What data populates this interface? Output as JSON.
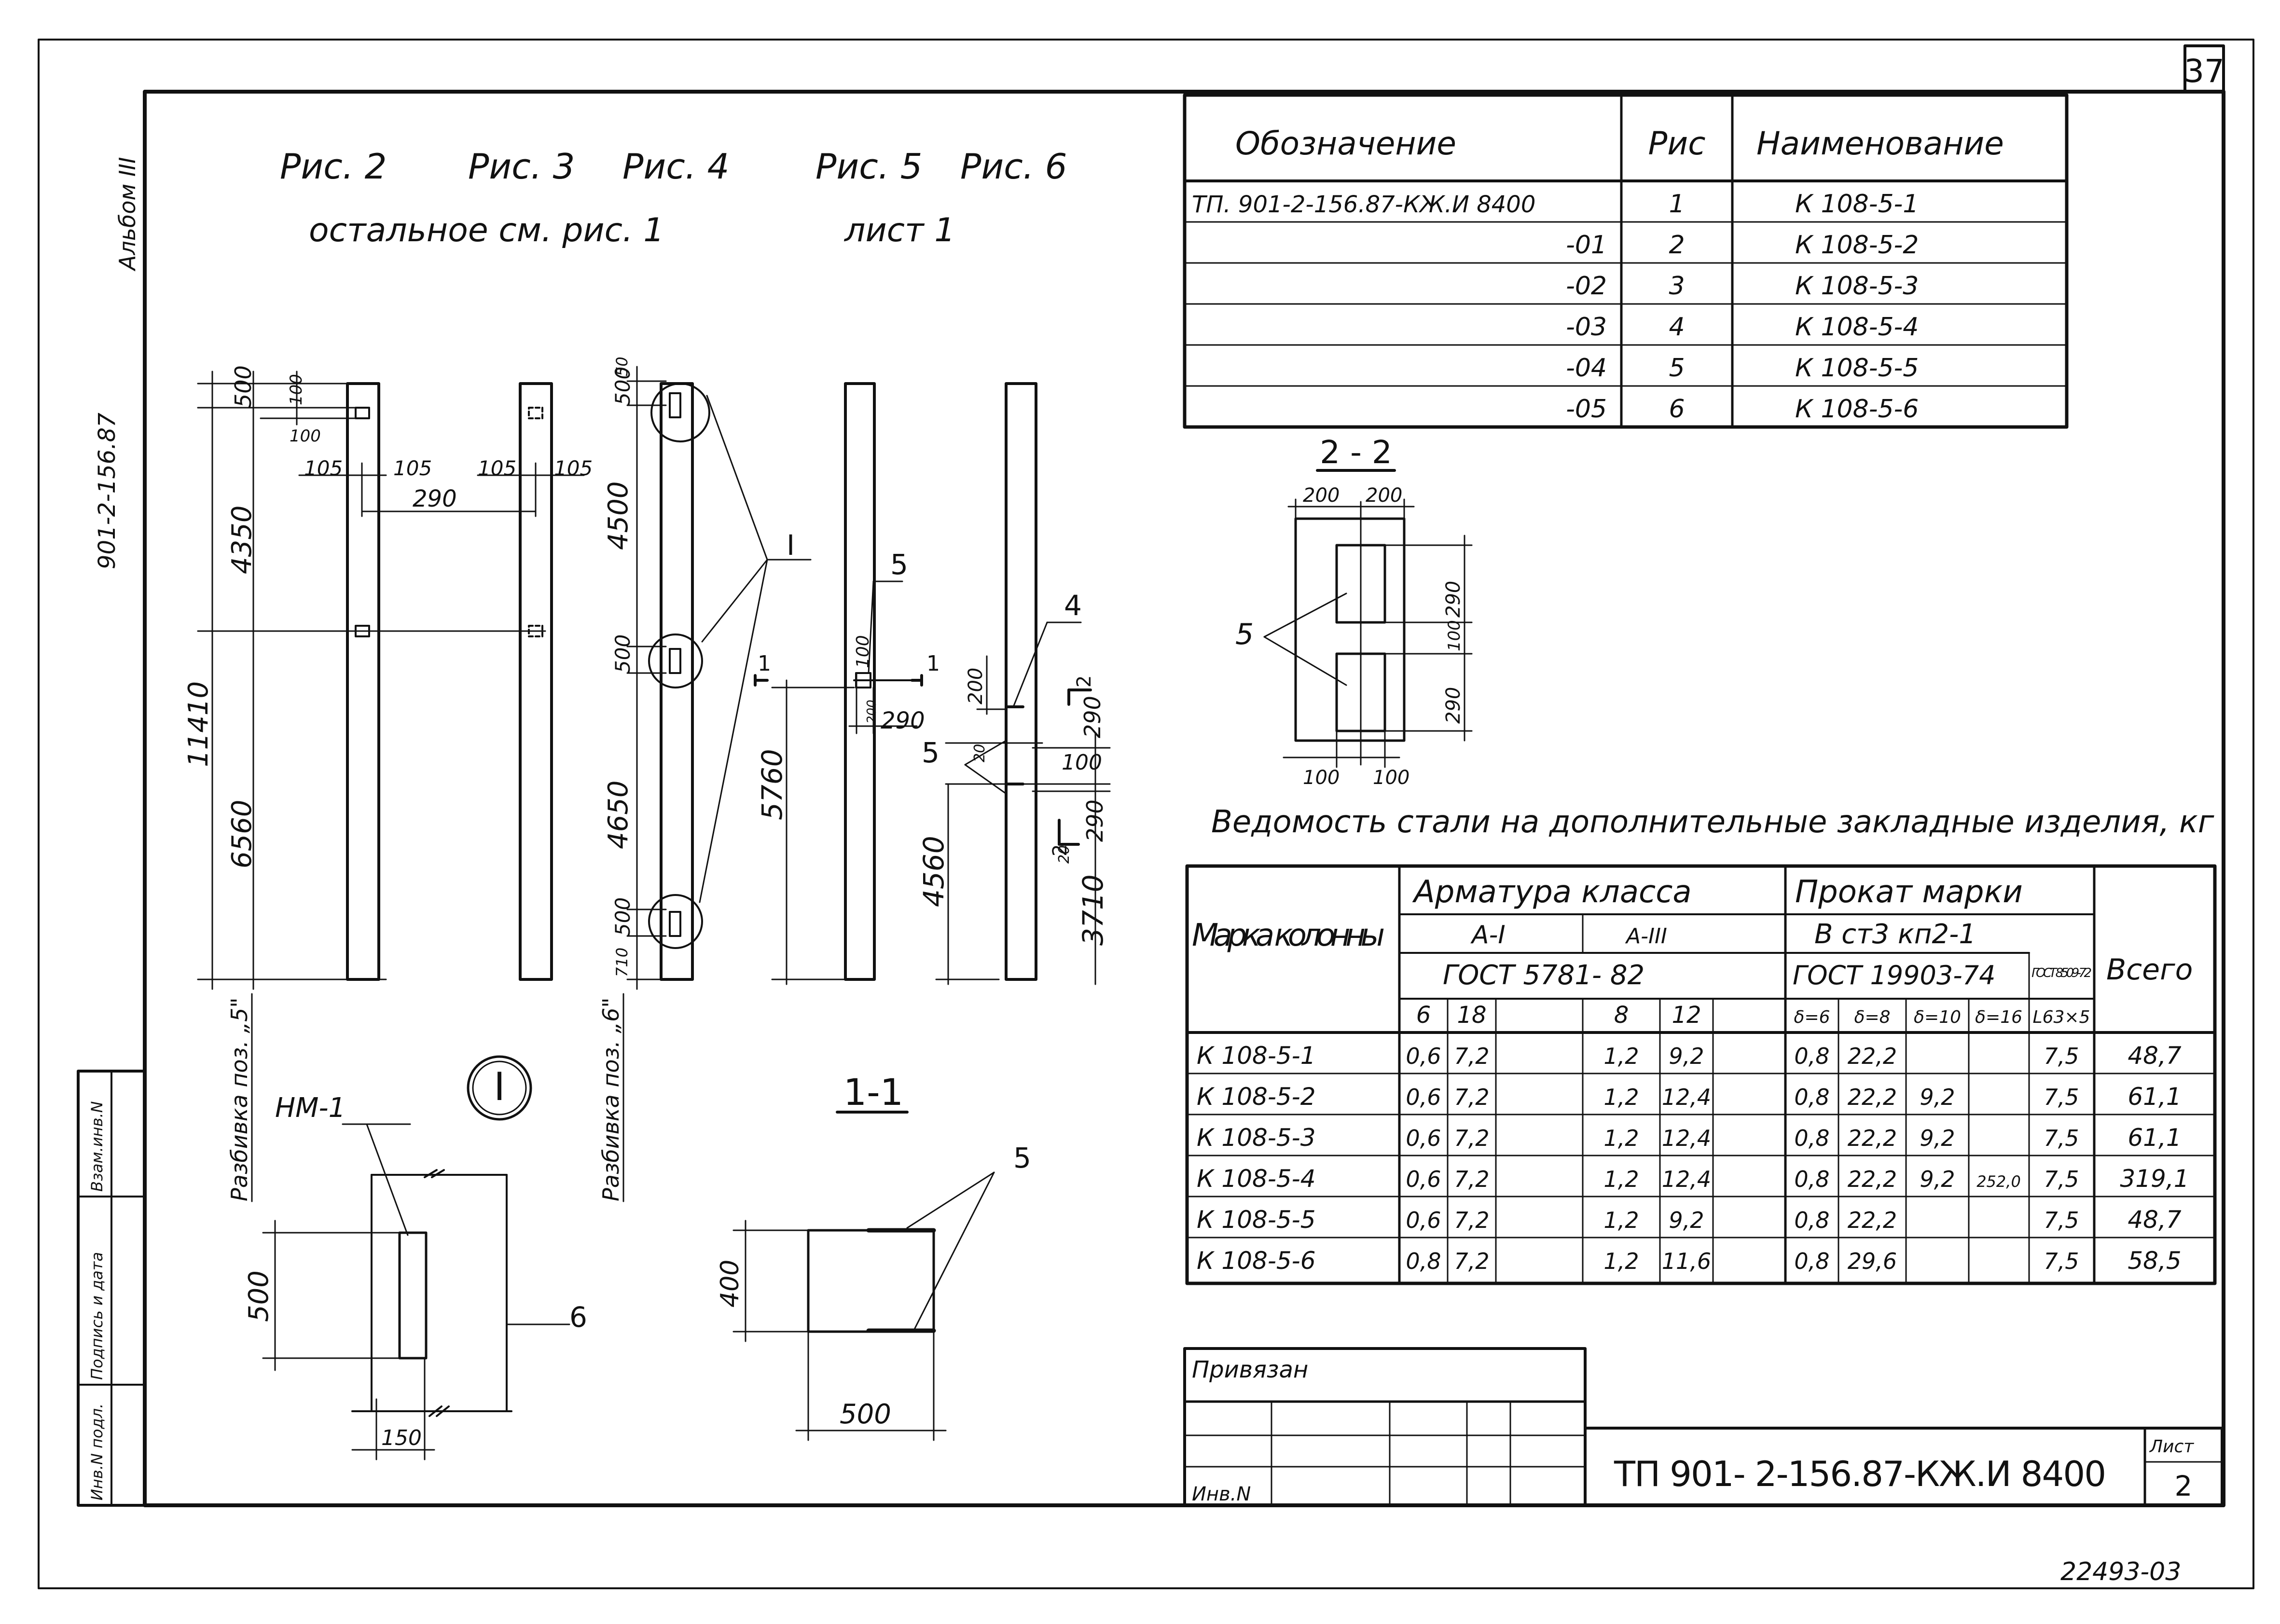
{
  "sheet_number": "37",
  "album": "Альбом III",
  "series_code": "901-2-156.87",
  "figure_labels": [
    "Рис. 2",
    "Рис. 3",
    "Рис. 4",
    "Рис. 5",
    "Рис. 6"
  ],
  "rest_note": "остальное  см.  рис. 1",
  "rest_sheet": "лист 1",
  "spec_table": {
    "headers": [
      "Обозначение",
      "Рис",
      "Наименование"
    ],
    "rows": [
      {
        "code": "ТП. 901-2-156.87-КЖ.И 8400",
        "fig": "1",
        "name": "К 108-5-1"
      },
      {
        "code": "-01",
        "fig": "2",
        "name": "К 108-5-2"
      },
      {
        "code": "-02",
        "fig": "3",
        "name": "К 108-5-3"
      },
      {
        "code": "-03",
        "fig": "4",
        "name": "К 108-5-4"
      },
      {
        "code": "-04",
        "fig": "5",
        "name": "К 108-5-5"
      },
      {
        "code": "-05",
        "fig": "6",
        "name": "К 108-5-6"
      }
    ]
  },
  "section_22": {
    "title": "2 - 2",
    "dims": [
      "200",
      "200",
      "290",
      "100",
      "290",
      "100",
      "100"
    ],
    "callout": "5"
  },
  "steel_title": "Ведомость стали на дополнительные закладные изделия, кг",
  "steel_table": {
    "h_mark": "Марка колонны",
    "h_rebar": "Арматура класса",
    "h_a1": "А-I",
    "h_a3": "А-III",
    "h_gost_rebar": "ГОСТ 5781- 82",
    "h_rolled": "Прокат  марки",
    "h_steel": "В ст3 кп2-1",
    "h_gost_rolled": "ГОСТ 19903-74",
    "h_gost_angle": "ГОСТ 8509-72",
    "h_total": "Всего",
    "cols": [
      "6",
      "18",
      "",
      "8",
      "12",
      "",
      "δ=6",
      "δ=8",
      "δ=10",
      "δ=16",
      "L63×5"
    ],
    "rows": [
      {
        "mark": "К 108-5-1",
        "v": [
          "0,6",
          "7,2",
          "",
          "1,2",
          "9,2",
          "",
          "0,8",
          "22,2",
          "",
          "",
          "7,5"
        ],
        "total": "48,7"
      },
      {
        "mark": "К 108-5-2",
        "v": [
          "0,6",
          "7,2",
          "",
          "1,2",
          "12,4",
          "",
          "0,8",
          "22,2",
          "9,2",
          "",
          "7,5"
        ],
        "total": "61,1"
      },
      {
        "mark": "К 108-5-3",
        "v": [
          "0,6",
          "7,2",
          "",
          "1,2",
          "12,4",
          "",
          "0,8",
          "22,2",
          "9,2",
          "",
          "7,5"
        ],
        "total": "61,1"
      },
      {
        "mark": "К 108-5-4",
        "v": [
          "0,6",
          "7,2",
          "",
          "1,2",
          "12,4",
          "",
          "0,8",
          "22,2",
          "9,2",
          "252,0",
          "7,5"
        ],
        "total": "319,1"
      },
      {
        "mark": "К 108-5-5",
        "v": [
          "0,6",
          "7,2",
          "",
          "1,2",
          "9,2",
          "",
          "0,8",
          "22,2",
          "",
          "",
          "7,5"
        ],
        "total": "48,7"
      },
      {
        "mark": "К 108-5-6",
        "v": [
          "0,8",
          "7,2",
          "",
          "1,2",
          "11,6",
          "",
          "0,8",
          "29,6",
          "",
          "",
          "7,5"
        ],
        "total": "58,5"
      }
    ]
  },
  "fig2_dims": {
    "top": "500",
    "d100a": "100",
    "d100b": "100",
    "upper": "4350",
    "lower": "6560",
    "total": "11410",
    "c105a": "105",
    "c105b": "105",
    "c105c": "105",
    "c105d": "105",
    "span": "290"
  },
  "fig3_dims": {
    "d50": "50",
    "d500a": "500",
    "upper": "4500",
    "d500b": "500",
    "lower": "4650",
    "d500c": "500",
    "d710": "710",
    "callout": "I"
  },
  "fig5_dims": {
    "callout": "5",
    "sect1": "1",
    "sect1b": "1",
    "d100": "100",
    "d290": "290",
    "d200": "200",
    "h": "5760"
  },
  "fig6_dims": {
    "callout4": "4",
    "callout5": "5",
    "sect2a": "2",
    "sect2b": "2",
    "d200": "200",
    "d290": "290",
    "d100": "100",
    "d20": "20",
    "d290b": "290",
    "d20b": "20",
    "h1": "4560",
    "h2": "3710"
  },
  "layout_left": "Разбивка поз. „5\"",
  "layout_right": "Разбивка поз. „6\"",
  "node1": {
    "label": "I",
    "plate": "НМ-1",
    "d500": "500",
    "d150": "150",
    "callout": "6"
  },
  "section_11": {
    "title": "1-1",
    "d400": "400",
    "d500": "500",
    "callout": "5"
  },
  "stamp_bound": "Привязан",
  "stamp_inv": "Инв.N",
  "doc_code": "ТП 901- 2-156.87-КЖ.И  8400",
  "sheet_label": "Лист",
  "sheet_value": "2",
  "side_stamp": [
    "Инв.N подл.",
    "Подпись и дата",
    "Взам.инв.N"
  ],
  "bottom_code": "22493-03"
}
